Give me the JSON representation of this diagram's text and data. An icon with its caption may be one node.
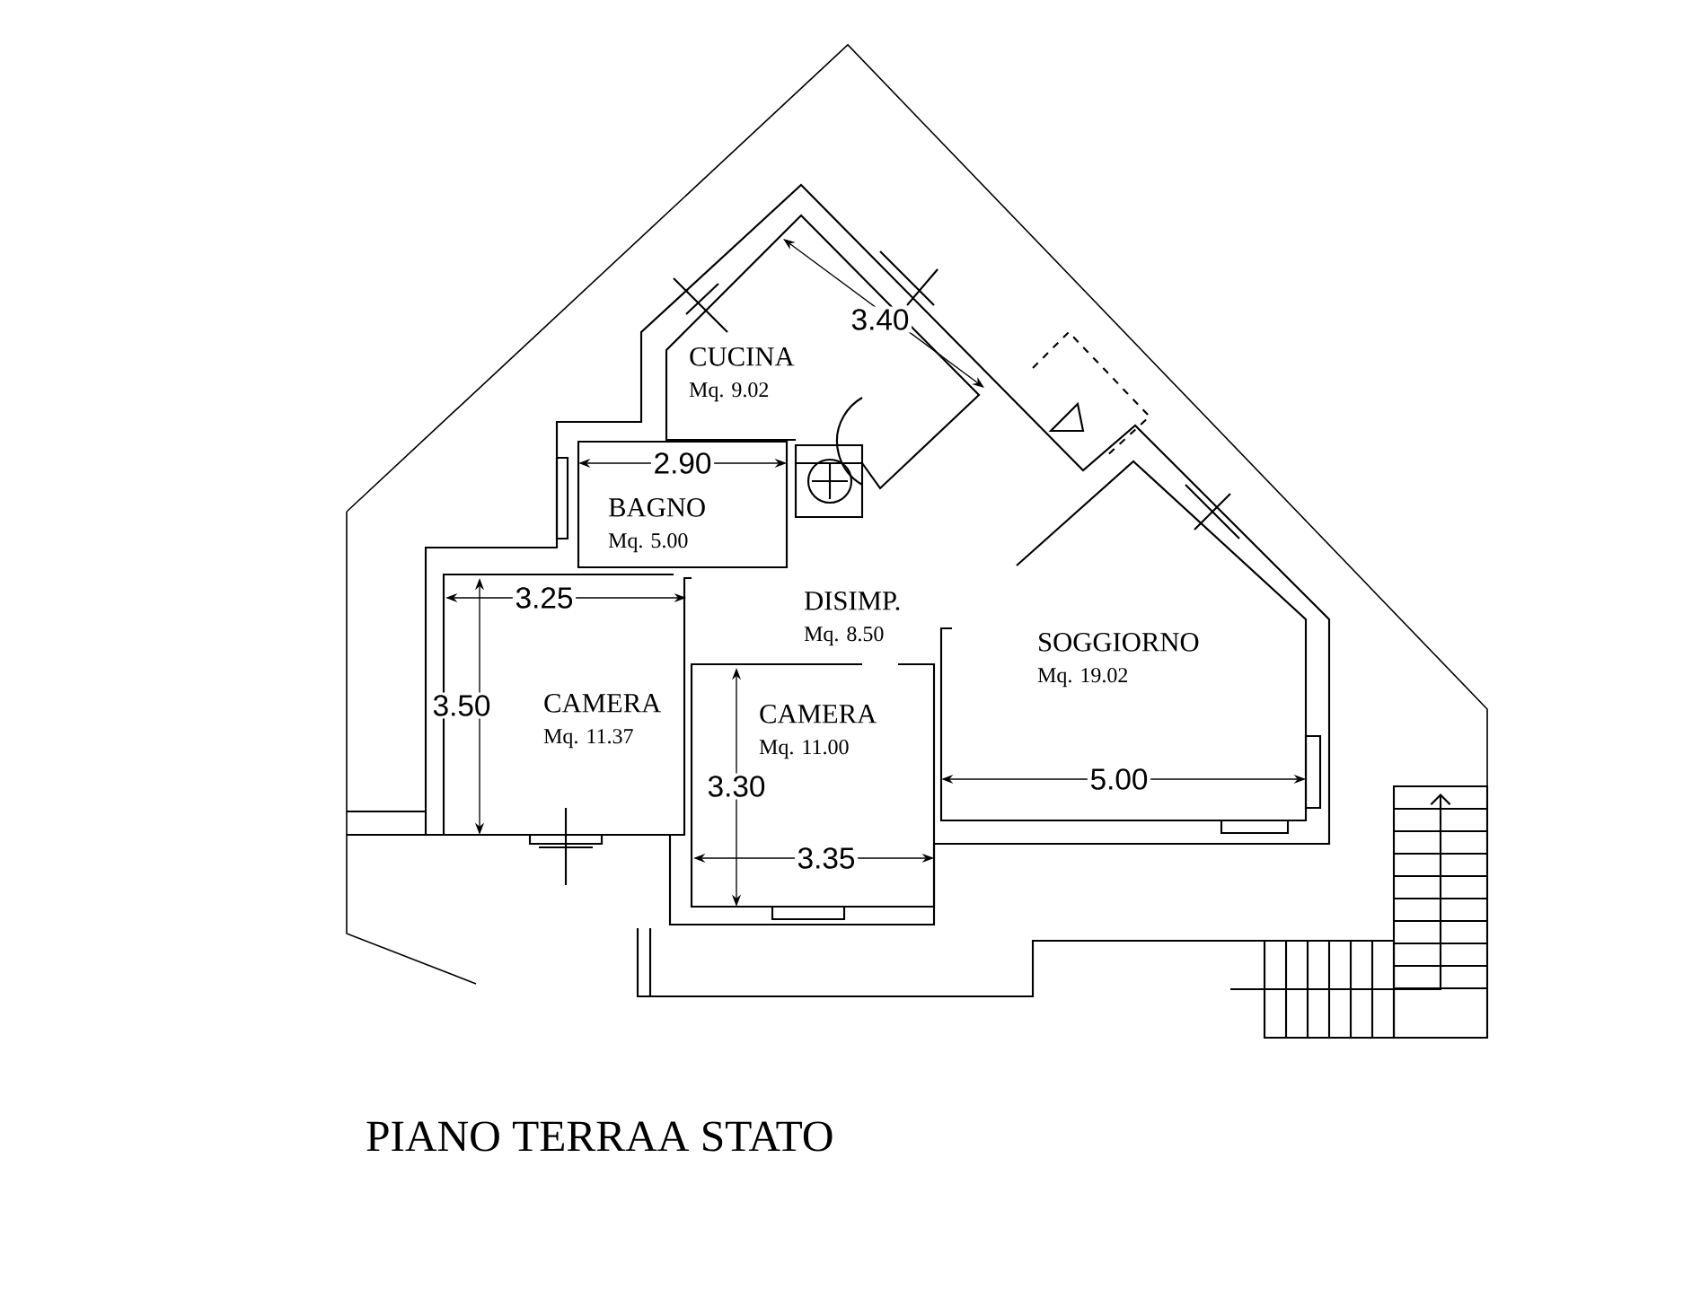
{
  "diagram": {
    "title": "PIANO TERRAA STATO",
    "nodes": [
      {
        "text": [
          "CUCINA",
          "Mq. 9.02"
        ]
      },
      {
        "text": [
          "BAGNO",
          "Mq. 5.00"
        ]
      },
      {
        "text": [
          "DISIMP.",
          "Mq. 8.50"
        ]
      },
      {
        "text": [
          "SOGGIORNO",
          "Mq. 19.02"
        ]
      },
      {
        "text": [
          "CAMERA",
          "Mq. 11.37"
        ]
      },
      {
        "text": [
          "CAMERA",
          "Mq. 11.00"
        ]
      }
    ],
    "labels": [
      "3.40",
      "2.90",
      "3.25",
      "3.50",
      "3.30",
      "3.35",
      "5.00"
    ]
  }
}
